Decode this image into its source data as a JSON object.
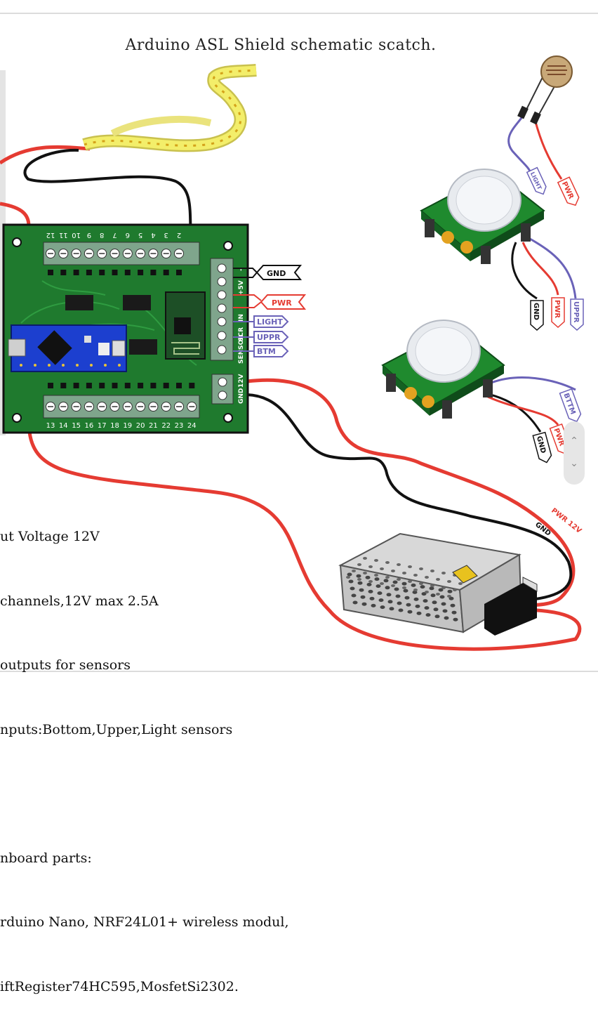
{
  "title": "Arduino ASL Shield schematic scatch.",
  "board": {
    "top_terminal_numbers": [
      "12",
      "11",
      "10",
      "9",
      "8",
      "7",
      "6",
      "5",
      "4",
      "3",
      "2"
    ],
    "bottom_terminal_numbers": [
      "13",
      "14",
      "15",
      "16",
      "17",
      "18",
      "19",
      "20",
      "21",
      "22",
      "23",
      "24"
    ],
    "side_pin_labels": [
      "-",
      "+5V",
      "IN",
      "SCR",
      "SENSOR",
      "12V",
      "GND"
    ]
  },
  "wire_tags": {
    "gnd": "GND",
    "pwr": "PWR",
    "light": "LIGHT",
    "uppr": "UPPR",
    "btm": "BTM"
  },
  "sensor_wire_labels": {
    "ldr_light": "LIGHT",
    "ldr_pwr": "PWR",
    "pir1_gnd": "GND",
    "pir1_pwr": "PWR",
    "pir1_uppr": "UPPR",
    "pir2_bttm": "BTTM",
    "pir2_gnd": "GND",
    "pir2_pwr": "PWR"
  },
  "psu_labels": {
    "pwr": "PWR 12V",
    "gnd": "GND"
  },
  "notes": [
    "ut Voltage 12V",
    "channels,12V max 2.5A",
    "outputs for sensors",
    "nputs:Bottom,Upper,Light sensors",
    "",
    "nboard parts:",
    "rduino Nano, NRF24L01+ wireless modul,",
    "iftRegister74HC595,MosfetSi2302."
  ],
  "colors": {
    "board_green": "#1f7a2e",
    "board_dark": "#145522",
    "wire_red": "#e53b32",
    "wire_black": "#111111",
    "wire_purple": "#6a62b8",
    "nano_blue": "#1c3fcf",
    "led_yellow": "#f3ee6a"
  },
  "icons": [
    "ldr-sensor-icon",
    "pir-sensor-icon",
    "power-supply-icon",
    "led-strip-icon",
    "arduino-nano-icon",
    "nrf24-module-icon"
  ]
}
